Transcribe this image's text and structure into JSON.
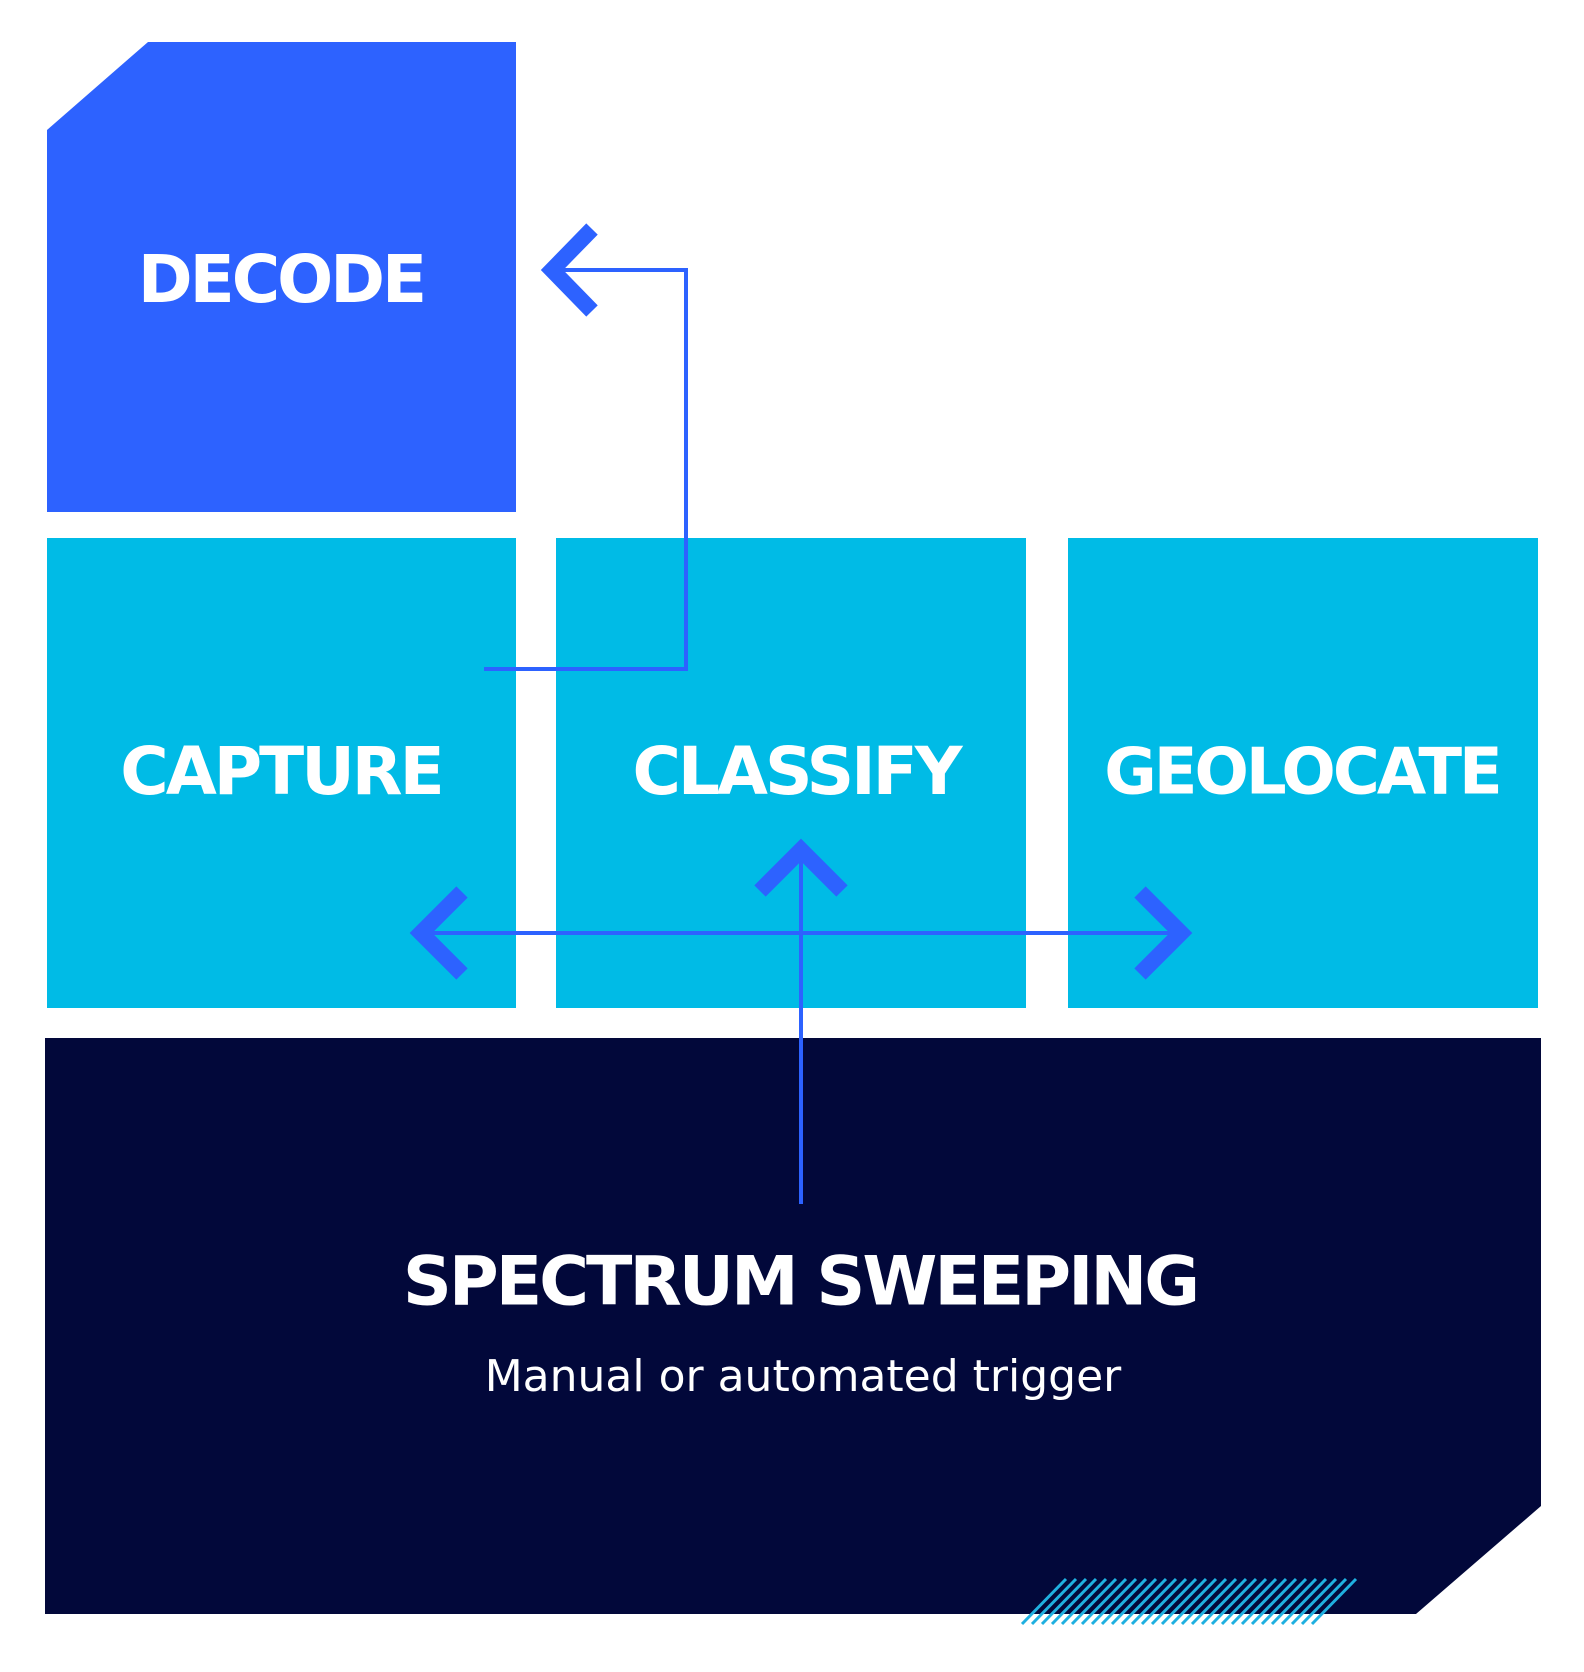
{
  "colors": {
    "decode_fill": "#2d62ff",
    "stage_fill": "#00bbe6",
    "base_fill": "#02083a",
    "arrow": "#2d62ff",
    "hatch": "#1fb0e0",
    "text": "#ffffff"
  },
  "blocks": {
    "decode": {
      "label": "DECODE"
    },
    "capture": {
      "label": "CAPTURE"
    },
    "classify": {
      "label": "CLASSIFY"
    },
    "geolocate": {
      "label": "GEOLOCATE"
    },
    "sweeping": {
      "label": "SPECTRUM SWEEPING",
      "sublabel": "Manual or automated trigger"
    }
  },
  "connectors": [
    {
      "from": "capture",
      "to": "decode"
    },
    {
      "from": "sweeping",
      "to": "classify"
    },
    {
      "from": "sweeping",
      "to": "capture"
    },
    {
      "from": "sweeping",
      "to": "geolocate"
    }
  ]
}
